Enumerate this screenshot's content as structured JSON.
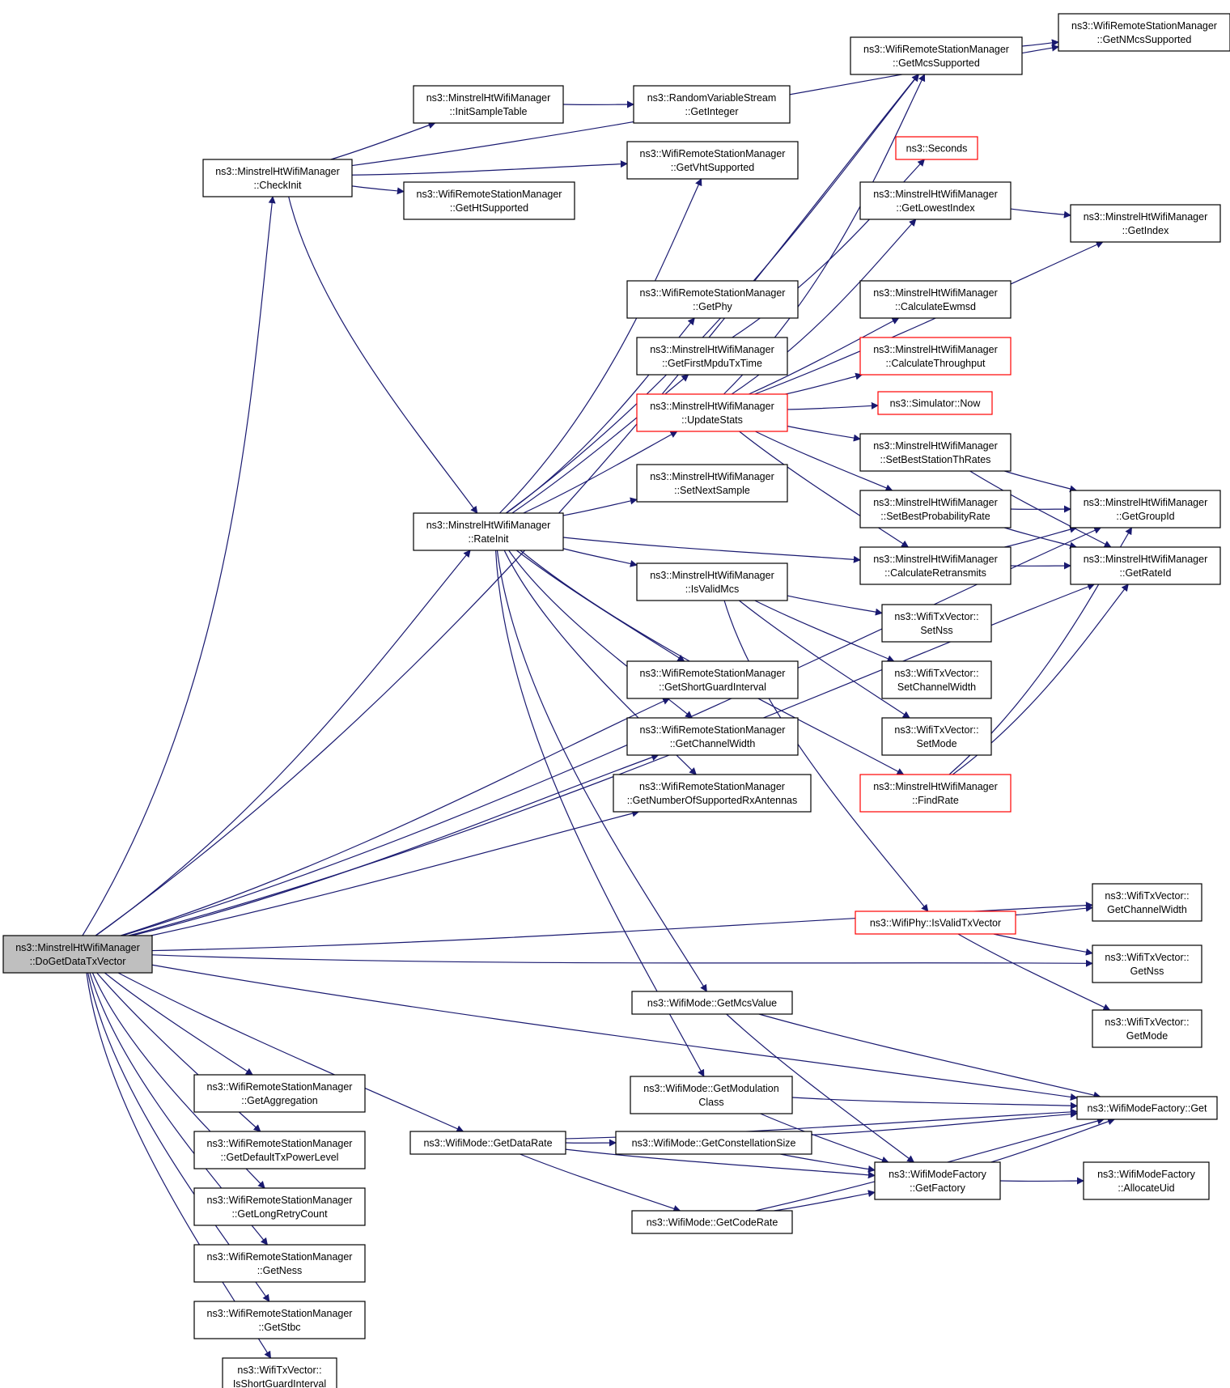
{
  "diagram": {
    "type": "call-graph",
    "colors": {
      "edge": "#191970",
      "node_border": "#000000",
      "node_border_incomplete": "#ff0000",
      "root_fill": "#bfbfbf"
    },
    "nodes": [
      {
        "id": "root",
        "lines": [
          "ns3::MinstrelHtWifiManager",
          "::DoGetDataTxVector"
        ],
        "style": "root"
      },
      {
        "id": "checkinit",
        "lines": [
          "ns3::MinstrelHtWifiManager",
          "::CheckInit"
        ],
        "style": "normal"
      },
      {
        "id": "initsample",
        "lines": [
          "ns3::MinstrelHtWifiManager",
          "::InitSampleTable"
        ],
        "style": "normal"
      },
      {
        "id": "rvsgetint",
        "lines": [
          "ns3::RandomVariableStream",
          "::GetInteger"
        ],
        "style": "normal"
      },
      {
        "id": "getmcssup",
        "lines": [
          "ns3::WifiRemoteStationManager",
          "::GetMcsSupported"
        ],
        "style": "normal"
      },
      {
        "id": "getnmcs",
        "lines": [
          "ns3::WifiRemoteStationManager",
          "::GetNMcsSupported"
        ],
        "style": "normal"
      },
      {
        "id": "getvht",
        "lines": [
          "ns3::WifiRemoteStationManager",
          "::GetVhtSupported"
        ],
        "style": "normal"
      },
      {
        "id": "getht",
        "lines": [
          "ns3::WifiRemoteStationManager",
          "::GetHtSupported"
        ],
        "style": "normal"
      },
      {
        "id": "seconds",
        "lines": [
          "ns3::Seconds"
        ],
        "style": "red"
      },
      {
        "id": "getlowest",
        "lines": [
          "ns3::MinstrelHtWifiManager",
          "::GetLowestIndex"
        ],
        "style": "normal"
      },
      {
        "id": "getindex",
        "lines": [
          "ns3::MinstrelHtWifiManager",
          "::GetIndex"
        ],
        "style": "normal"
      },
      {
        "id": "getphy",
        "lines": [
          "ns3::WifiRemoteStationManager",
          "::GetPhy"
        ],
        "style": "normal"
      },
      {
        "id": "calcewmsd",
        "lines": [
          "ns3::MinstrelHtWifiManager",
          "::CalculateEwmsd"
        ],
        "style": "normal"
      },
      {
        "id": "getfirstmpdu",
        "lines": [
          "ns3::MinstrelHtWifiManager",
          "::GetFirstMpduTxTime"
        ],
        "style": "normal"
      },
      {
        "id": "calcthru",
        "lines": [
          "ns3::MinstrelHtWifiManager",
          "::CalculateThroughput"
        ],
        "style": "red"
      },
      {
        "id": "updatestats",
        "lines": [
          "ns3::MinstrelHtWifiManager",
          "::UpdateStats"
        ],
        "style": "red"
      },
      {
        "id": "simnow",
        "lines": [
          "ns3::Simulator::Now"
        ],
        "style": "red"
      },
      {
        "id": "setbeststation",
        "lines": [
          "ns3::MinstrelHtWifiManager",
          "::SetBestStationThRates"
        ],
        "style": "normal"
      },
      {
        "id": "setnextsample",
        "lines": [
          "ns3::MinstrelHtWifiManager",
          "::SetNextSample"
        ],
        "style": "normal"
      },
      {
        "id": "setbestprob",
        "lines": [
          "ns3::MinstrelHtWifiManager",
          "::SetBestProbabilityRate"
        ],
        "style": "normal"
      },
      {
        "id": "getgroupid",
        "lines": [
          "ns3::MinstrelHtWifiManager",
          "::GetGroupId"
        ],
        "style": "normal"
      },
      {
        "id": "rateinit",
        "lines": [
          "ns3::MinstrelHtWifiManager",
          "::RateInit"
        ],
        "style": "normal"
      },
      {
        "id": "calcretrans",
        "lines": [
          "ns3::MinstrelHtWifiManager",
          "::CalculateRetransmits"
        ],
        "style": "normal"
      },
      {
        "id": "getrateid",
        "lines": [
          "ns3::MinstrelHtWifiManager",
          "::GetRateId"
        ],
        "style": "normal"
      },
      {
        "id": "isvalidmcs",
        "lines": [
          "ns3::MinstrelHtWifiManager",
          "::IsValidMcs"
        ],
        "style": "normal"
      },
      {
        "id": "setnss",
        "lines": [
          "ns3::WifiTxVector::",
          "SetNss"
        ],
        "style": "normal"
      },
      {
        "id": "getsgi",
        "lines": [
          "ns3::WifiRemoteStationManager",
          "::GetShortGuardInterval"
        ],
        "style": "normal"
      },
      {
        "id": "setchw",
        "lines": [
          "ns3::WifiTxVector::",
          "SetChannelWidth"
        ],
        "style": "normal"
      },
      {
        "id": "getchw",
        "lines": [
          "ns3::WifiRemoteStationManager",
          "::GetChannelWidth"
        ],
        "style": "normal"
      },
      {
        "id": "setmode",
        "lines": [
          "ns3::WifiTxVector::",
          "SetMode"
        ],
        "style": "normal"
      },
      {
        "id": "getnumrx",
        "lines": [
          "ns3::WifiRemoteStationManager",
          "::GetNumberOfSupportedRxAntennas"
        ],
        "style": "normal"
      },
      {
        "id": "findrate",
        "lines": [
          "ns3::MinstrelHtWifiManager",
          "::FindRate"
        ],
        "style": "red"
      },
      {
        "id": "txgetchw",
        "lines": [
          "ns3::WifiTxVector::",
          "GetChannelWidth"
        ],
        "style": "normal"
      },
      {
        "id": "isvalidtx",
        "lines": [
          "ns3::WifiPhy::IsValidTxVector"
        ],
        "style": "red"
      },
      {
        "id": "txgetnss",
        "lines": [
          "ns3::WifiTxVector::",
          "GetNss"
        ],
        "style": "normal"
      },
      {
        "id": "getmcsvalue",
        "lines": [
          "ns3::WifiMode::GetMcsValue"
        ],
        "style": "normal"
      },
      {
        "id": "txgetmode",
        "lines": [
          "ns3::WifiTxVector::",
          "GetMode"
        ],
        "style": "normal"
      },
      {
        "id": "getmodclass",
        "lines": [
          "ns3::WifiMode::GetModulation",
          "Class"
        ],
        "style": "normal"
      },
      {
        "id": "factoryget",
        "lines": [
          "ns3::WifiModeFactory::Get"
        ],
        "style": "normal"
      },
      {
        "id": "getdatarate",
        "lines": [
          "ns3::WifiMode::GetDataRate"
        ],
        "style": "normal"
      },
      {
        "id": "getconst",
        "lines": [
          "ns3::WifiMode::GetConstellationSize"
        ],
        "style": "normal"
      },
      {
        "id": "getfactory",
        "lines": [
          "ns3::WifiModeFactory",
          "::GetFactory"
        ],
        "style": "normal"
      },
      {
        "id": "allocuid",
        "lines": [
          "ns3::WifiModeFactory",
          "::AllocateUid"
        ],
        "style": "normal"
      },
      {
        "id": "getcoderate",
        "lines": [
          "ns3::WifiMode::GetCodeRate"
        ],
        "style": "normal"
      },
      {
        "id": "getaggr",
        "lines": [
          "ns3::WifiRemoteStationManager",
          "::GetAggregation"
        ],
        "style": "normal"
      },
      {
        "id": "getdeftx",
        "lines": [
          "ns3::WifiRemoteStationManager",
          "::GetDefaultTxPowerLevel"
        ],
        "style": "normal"
      },
      {
        "id": "getlongretry",
        "lines": [
          "ns3::WifiRemoteStationManager",
          "::GetLongRetryCount"
        ],
        "style": "normal"
      },
      {
        "id": "getness",
        "lines": [
          "ns3::WifiRemoteStationManager",
          "::GetNess"
        ],
        "style": "normal"
      },
      {
        "id": "getstbc",
        "lines": [
          "ns3::WifiRemoteStationManager",
          "::GetStbc"
        ],
        "style": "normal"
      },
      {
        "id": "isshortgi",
        "lines": [
          "ns3::WifiTxVector::",
          "IsShortGuardInterval"
        ],
        "style": "normal"
      }
    ],
    "edges": [
      [
        "root",
        "checkinit"
      ],
      [
        "root",
        "getmcssup"
      ],
      [
        "root",
        "rateinit"
      ],
      [
        "root",
        "getsgi"
      ],
      [
        "root",
        "getchw"
      ],
      [
        "root",
        "getnumrx"
      ],
      [
        "root",
        "getgroupid"
      ],
      [
        "root",
        "getrateid"
      ],
      [
        "root",
        "txgetchw"
      ],
      [
        "root",
        "txgetnss"
      ],
      [
        "root",
        "getdatarate"
      ],
      [
        "root",
        "factoryget"
      ],
      [
        "root",
        "getaggr"
      ],
      [
        "root",
        "getdeftx"
      ],
      [
        "root",
        "getlongretry"
      ],
      [
        "root",
        "getness"
      ],
      [
        "root",
        "getstbc"
      ],
      [
        "root",
        "isshortgi"
      ],
      [
        "checkinit",
        "getnmcs"
      ],
      [
        "checkinit",
        "initsample"
      ],
      [
        "checkinit",
        "getvht"
      ],
      [
        "checkinit",
        "getht"
      ],
      [
        "checkinit",
        "rateinit"
      ],
      [
        "initsample",
        "rvsgetint"
      ],
      [
        "getmcssup",
        "getnmcs"
      ],
      [
        "rateinit",
        "getmcssup"
      ],
      [
        "rateinit",
        "getvht"
      ],
      [
        "rateinit",
        "getphy"
      ],
      [
        "rateinit",
        "getfirstmpdu"
      ],
      [
        "rateinit",
        "updatestats"
      ],
      [
        "rateinit",
        "setnextsample"
      ],
      [
        "rateinit",
        "calcretrans"
      ],
      [
        "rateinit",
        "isvalidmcs"
      ],
      [
        "rateinit",
        "getsgi"
      ],
      [
        "rateinit",
        "getchw"
      ],
      [
        "rateinit",
        "getnumrx"
      ],
      [
        "rateinit",
        "findrate"
      ],
      [
        "rateinit",
        "getmcsvalue"
      ],
      [
        "rateinit",
        "getmodclass"
      ],
      [
        "getfirstmpdu",
        "seconds"
      ],
      [
        "updatestats",
        "getmcssup"
      ],
      [
        "updatestats",
        "getlowest"
      ],
      [
        "updatestats",
        "getindex"
      ],
      [
        "updatestats",
        "calcewmsd"
      ],
      [
        "updatestats",
        "calcthru"
      ],
      [
        "updatestats",
        "simnow"
      ],
      [
        "updatestats",
        "setbeststation"
      ],
      [
        "updatestats",
        "setbestprob"
      ],
      [
        "updatestats",
        "calcretrans"
      ],
      [
        "getlowest",
        "getindex"
      ],
      [
        "setbeststation",
        "getgroupid"
      ],
      [
        "setbeststation",
        "getrateid"
      ],
      [
        "setbestprob",
        "getgroupid"
      ],
      [
        "setbestprob",
        "getrateid"
      ],
      [
        "calcretrans",
        "getgroupid"
      ],
      [
        "calcretrans",
        "getrateid"
      ],
      [
        "isvalidmcs",
        "setnss"
      ],
      [
        "isvalidmcs",
        "setchw"
      ],
      [
        "isvalidmcs",
        "setmode"
      ],
      [
        "isvalidmcs",
        "isvalidtx"
      ],
      [
        "findrate",
        "getgroupid"
      ],
      [
        "findrate",
        "getrateid"
      ],
      [
        "isvalidtx",
        "txgetchw"
      ],
      [
        "isvalidtx",
        "txgetnss"
      ],
      [
        "isvalidtx",
        "txgetmode"
      ],
      [
        "getmcsvalue",
        "factoryget"
      ],
      [
        "getmcsvalue",
        "getfactory"
      ],
      [
        "getmodclass",
        "factoryget"
      ],
      [
        "getmodclass",
        "getfactory"
      ],
      [
        "getdatarate",
        "getconst"
      ],
      [
        "getdatarate",
        "getfactory"
      ],
      [
        "getdatarate",
        "getcoderate"
      ],
      [
        "getdatarate",
        "factoryget"
      ],
      [
        "getconst",
        "factoryget"
      ],
      [
        "getconst",
        "getfactory"
      ],
      [
        "getcoderate",
        "getfactory"
      ],
      [
        "getcoderate",
        "factoryget"
      ],
      [
        "getfactory",
        "allocuid"
      ],
      [
        "getfactory",
        "factoryget"
      ]
    ]
  }
}
